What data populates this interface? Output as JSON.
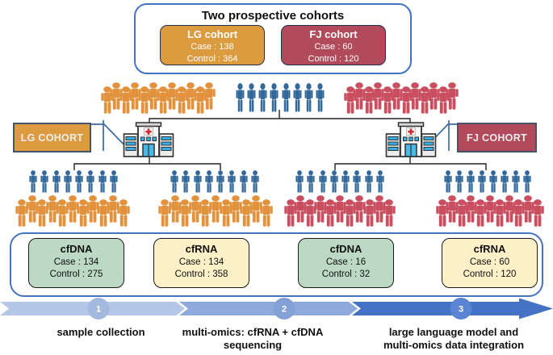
{
  "top_panel": {
    "title": "Two prospective cohorts",
    "boxes": [
      {
        "name": "LG cohort",
        "case": "Case : 138",
        "control": "Control : 364"
      },
      {
        "name": "FJ cohort",
        "case": "Case : 60",
        "control": "Control : 120"
      }
    ]
  },
  "cohort_labels": {
    "lg": "LG COHORT",
    "fj": "FJ COHORT"
  },
  "sample_boxes": [
    {
      "name": "cfDNA",
      "case": "Case : 134",
      "control": "Control : 275"
    },
    {
      "name": "cfRNA",
      "case": "Case : 134",
      "control": "Control : 358"
    },
    {
      "name": "cfDNA",
      "case": "Case : 16",
      "control": "Control : 32"
    },
    {
      "name": "cfRNA",
      "case": "Case : 60",
      "control": "Control : 120"
    }
  ],
  "timeline": {
    "steps": [
      {
        "number": "1",
        "label": "sample collection"
      },
      {
        "number": "2",
        "label": "multi-omics: cfRNA + cfDNA\nsequencing"
      },
      {
        "number": "3",
        "label": "large language model and\nmulti-omics data integration"
      }
    ]
  },
  "people": {
    "row1_orange": {
      "color": "orange",
      "count": 12,
      "style": "crowd"
    },
    "row1_blue": {
      "color": "blue",
      "count": 8,
      "style": "line"
    },
    "row1_red": {
      "color": "red",
      "count": 12,
      "style": "crowd"
    },
    "g1_blue": {
      "color": "blue",
      "count": 8,
      "style": "line"
    },
    "g1_crowd": {
      "color": "orange",
      "count": 11,
      "style": "crowd"
    },
    "g2_blue": {
      "color": "blue",
      "count": 8,
      "style": "line"
    },
    "g2_crowd": {
      "color": "orange",
      "count": 11,
      "style": "crowd"
    },
    "g3_blue": {
      "color": "blue",
      "count": 8,
      "style": "line"
    },
    "g3_crowd": {
      "color": "red",
      "count": 11,
      "style": "crowd"
    },
    "g4_blue": {
      "color": "blue",
      "count": 8,
      "style": "line"
    },
    "g4_crowd": {
      "color": "red",
      "count": 11,
      "style": "crowd"
    }
  },
  "colors": {
    "person": {
      "orange": "#E2923D",
      "blue": "#33689B",
      "red": "#C94F60"
    },
    "css": {
      "accent": "#4472C4",
      "lg-fill": "#DD9B40",
      "fj-fill": "#B14B5C",
      "box-border": "#203050",
      "label-border": "#44546A",
      "cohort-label-text": "#EDEDED",
      "cfdna-fill": "#BCD9C3",
      "cfrna-fill": "#FCF0C8",
      "sample-border": "#1a1a1a",
      "tree-line": "#222222",
      "callout-line": "#3E6AA3",
      "seg1": "#B4C7E7",
      "seg2": "#8EA9DB",
      "seg3": "#4472C4",
      "c1": "#A3BADE",
      "c2": "#84A1D6",
      "c3": "#5B84D4"
    }
  }
}
